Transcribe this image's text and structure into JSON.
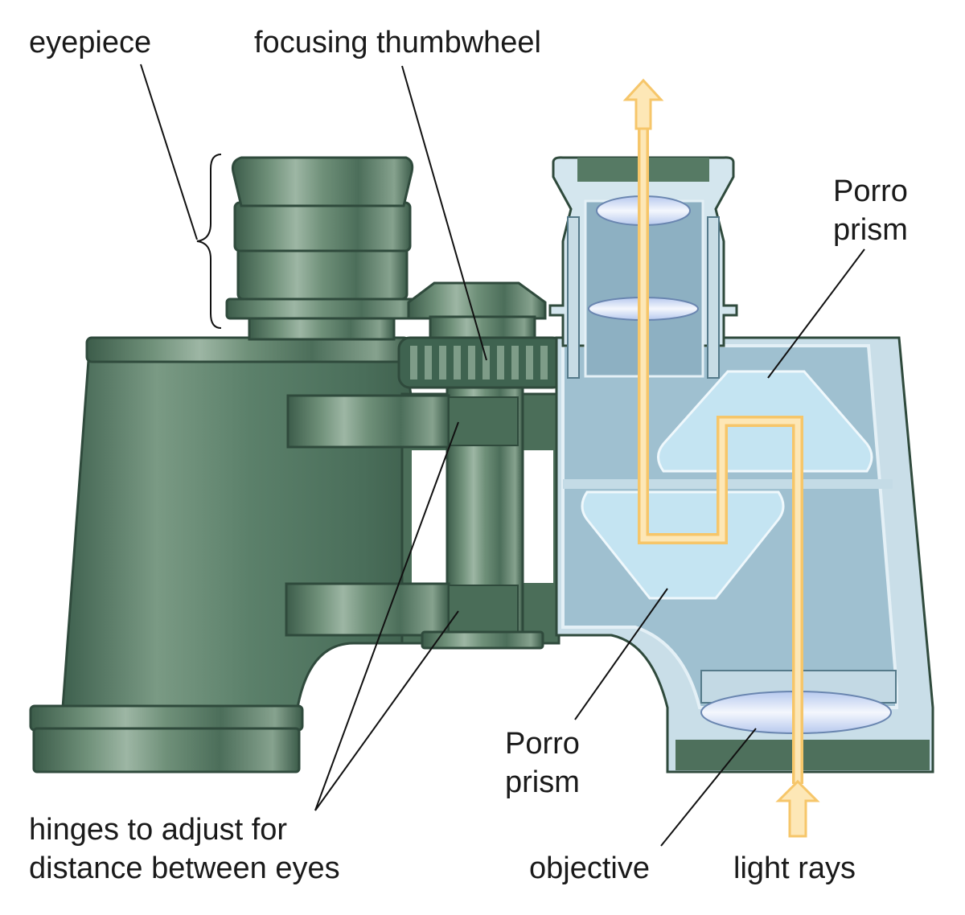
{
  "labels": {
    "eyepiece": "eyepiece",
    "focusing_thumbwheel": "focusing thumbwheel",
    "porro_prism_top_line1": "Porro",
    "porro_prism_top_line2": "prism",
    "porro_prism_bottom_line1": "Porro",
    "porro_prism_bottom_line2": "prism",
    "hinges_line1": "hinges to adjust for",
    "hinges_line2": "distance between eyes",
    "objective": "objective",
    "light_rays": "light rays"
  },
  "colors": {
    "body_green": "#5a8068",
    "body_dark": "#3c5e4c",
    "body_light": "#8eaa96",
    "cutaway_fill": "#9cbccc",
    "cutaway_outline": "#dcecf3",
    "prism_fill": "#c6e6f4",
    "lens_fill": "#e6eef8",
    "light_ray": "#fcd98a",
    "leader_line": "#111111"
  }
}
